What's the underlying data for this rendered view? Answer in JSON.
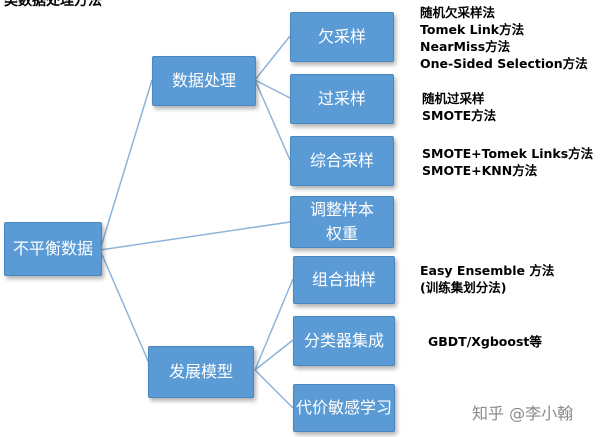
{
  "header_partial": "类数据处理方法",
  "root": "不平衡数据",
  "branches": {
    "data_processing": "数据处理",
    "adjust_weight": [
      "调整样本",
      "权重"
    ],
    "model": "发展模型"
  },
  "leaves": {
    "undersampling": "欠采样",
    "oversampling": "过采样",
    "combined_sampling": "综合采样",
    "ensemble_sampling": "组合抽样",
    "classifier_ensemble": "分类器集成",
    "cost_sensitive": "代价敏感学习"
  },
  "notes": {
    "undersampling": [
      "随机欠采样法",
      "Tomek Link方法",
      "NearMiss方法",
      "One-Sided Selection方法"
    ],
    "oversampling": [
      "随机过采样",
      "SMOTE方法"
    ],
    "combined_sampling": [
      "SMOTE+Tomek Links方法",
      "SMOTE+KNN方法"
    ],
    "ensemble_sampling": [
      "Easy Ensemble 方法",
      "(训练集划分法)"
    ],
    "classifier_ensemble": [
      "GBDT/Xgboost等"
    ]
  },
  "watermark": "知乎 @李小翰",
  "colors": {
    "box": "#5b9bd5",
    "line": "#8eb4d9"
  }
}
